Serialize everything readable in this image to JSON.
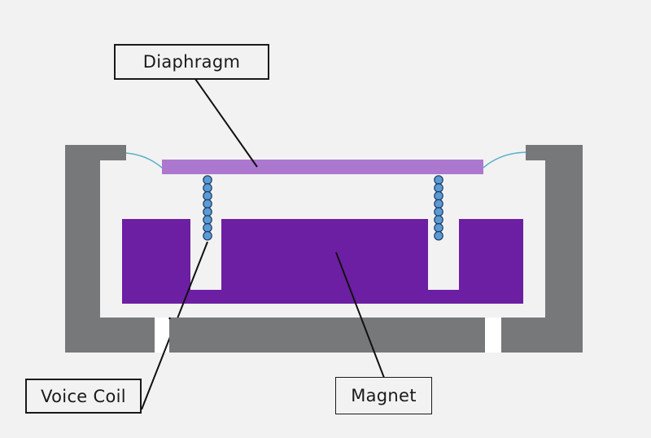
{
  "title": "Speaker driver cross-section",
  "labels": {
    "diaphragm": "Diaphragm",
    "voice_coil": "Voice Coil",
    "magnet": "Magnet"
  },
  "components": [
    {
      "id": "frame",
      "name": "Frame / basket"
    },
    {
      "id": "surround",
      "name": "Surround suspension"
    },
    {
      "id": "diaphragm",
      "name": "Diaphragm"
    },
    {
      "id": "voice-coil",
      "name": "Voice Coil"
    },
    {
      "id": "magnet",
      "name": "Magnet"
    },
    {
      "id": "vent",
      "name": "Vent gaps"
    }
  ],
  "colors": {
    "background": "#f2f2f2",
    "frame": "#77787a",
    "diaphragm": "#ac78cf",
    "magnet": "#6c1fa2",
    "coil_fill": "#5b9bd5",
    "coil_stroke": "#1f3a5f",
    "surround": "#5bb0c8",
    "vent": "#ffffff",
    "leader": "#111111"
  },
  "coil_turns": 8
}
